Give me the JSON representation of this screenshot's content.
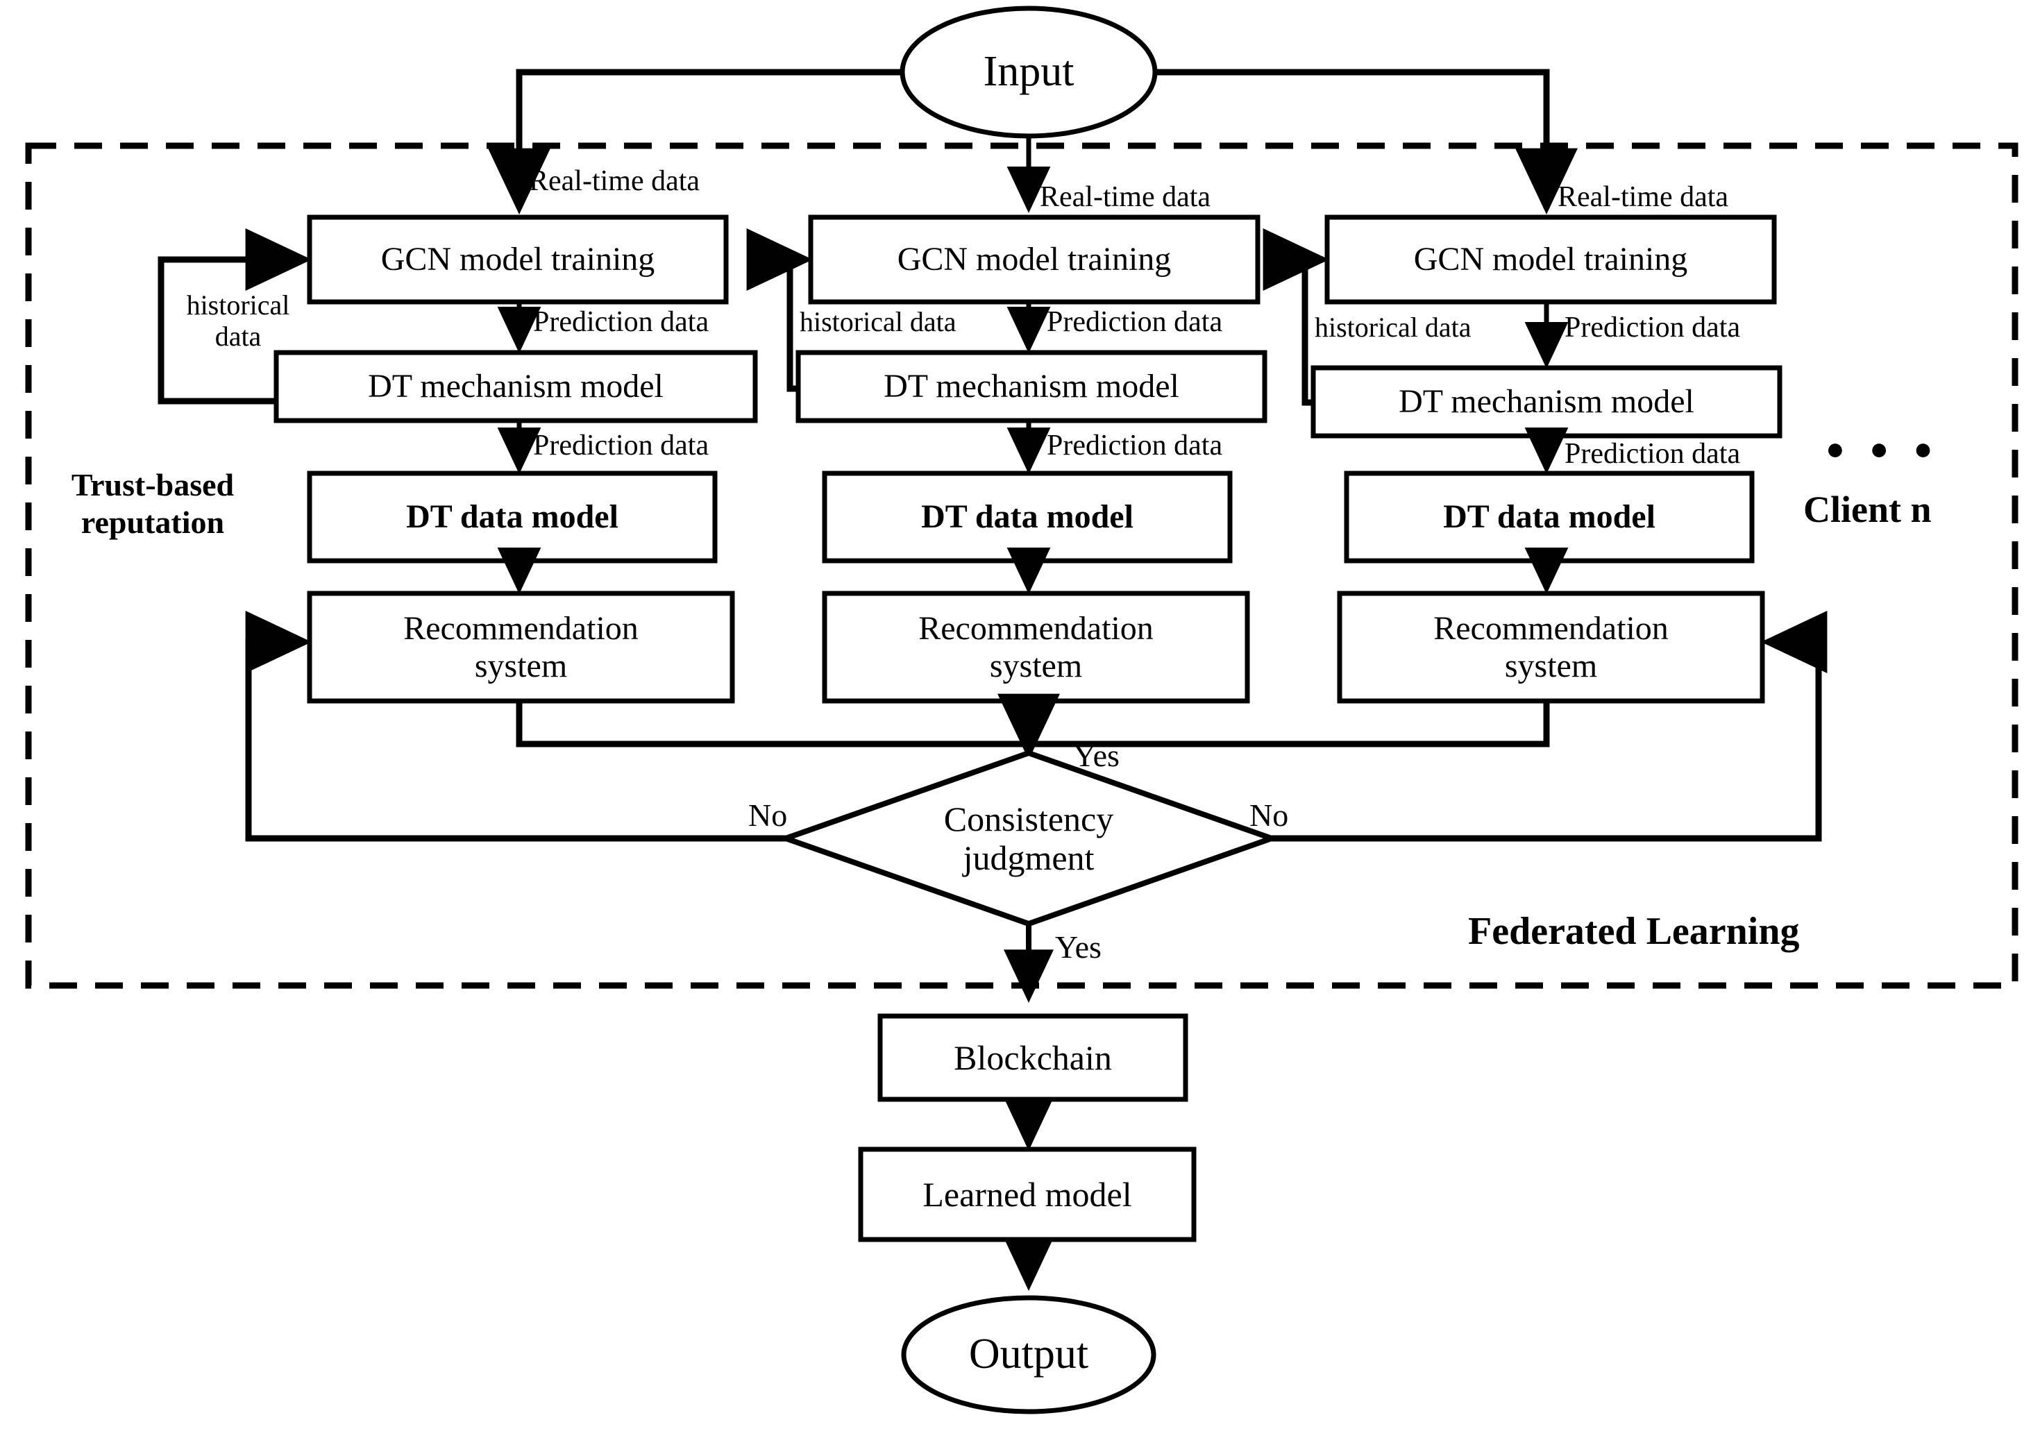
{
  "diagram": {
    "title_nodes": {
      "input": "Input",
      "output": "Output",
      "blockchain": "Blockchain",
      "learned_model": "Learned model",
      "decision": "Consistency\njudgment",
      "decision_line1": "Consistency",
      "decision_line2": "judgment"
    },
    "region_labels": {
      "trust_based_line1": "Trust-based",
      "trust_based_line2": "reputation",
      "federated_learning": "Federated Learning",
      "client_n": "Client n",
      "ellipsis": "● ● ●"
    },
    "columns": [
      {
        "id": "client-1",
        "gcn": "GCN model training",
        "dt_mechanism": "DT mechanism model",
        "dt_data": "DT data model",
        "recommendation_line1": "Recommendation",
        "recommendation_line2": "system",
        "edge_realtime": "Real-time data",
        "edge_historical_line1": "historical",
        "edge_historical_line2": "data",
        "edge_prediction_1": "Prediction data",
        "edge_prediction_2": "Prediction data"
      },
      {
        "id": "client-2",
        "gcn": "GCN model training",
        "dt_mechanism": "DT mechanism model",
        "dt_data": "DT data model",
        "recommendation_line1": "Recommendation",
        "recommendation_line2": "system",
        "edge_realtime": "Real-time data",
        "edge_historical": "historical data",
        "edge_prediction_1": "Prediction data",
        "edge_prediction_2": "Prediction data"
      },
      {
        "id": "client-3",
        "gcn": "GCN model training",
        "dt_mechanism": "DT mechanism model",
        "dt_data": "DT data model",
        "recommendation_line1": "Recommendation",
        "recommendation_line2": "system",
        "edge_realtime": "Real-time data",
        "edge_historical": "historical data",
        "edge_prediction_1": "Prediction data",
        "edge_prediction_2": "Prediction data"
      }
    ],
    "branch_labels": {
      "yes_top": "Yes",
      "no_left": "No",
      "no_right": "No",
      "yes_bottom": "Yes"
    },
    "colors": {
      "stroke": "#000000",
      "fill": "#ffffff",
      "background": "#ffffff"
    }
  }
}
